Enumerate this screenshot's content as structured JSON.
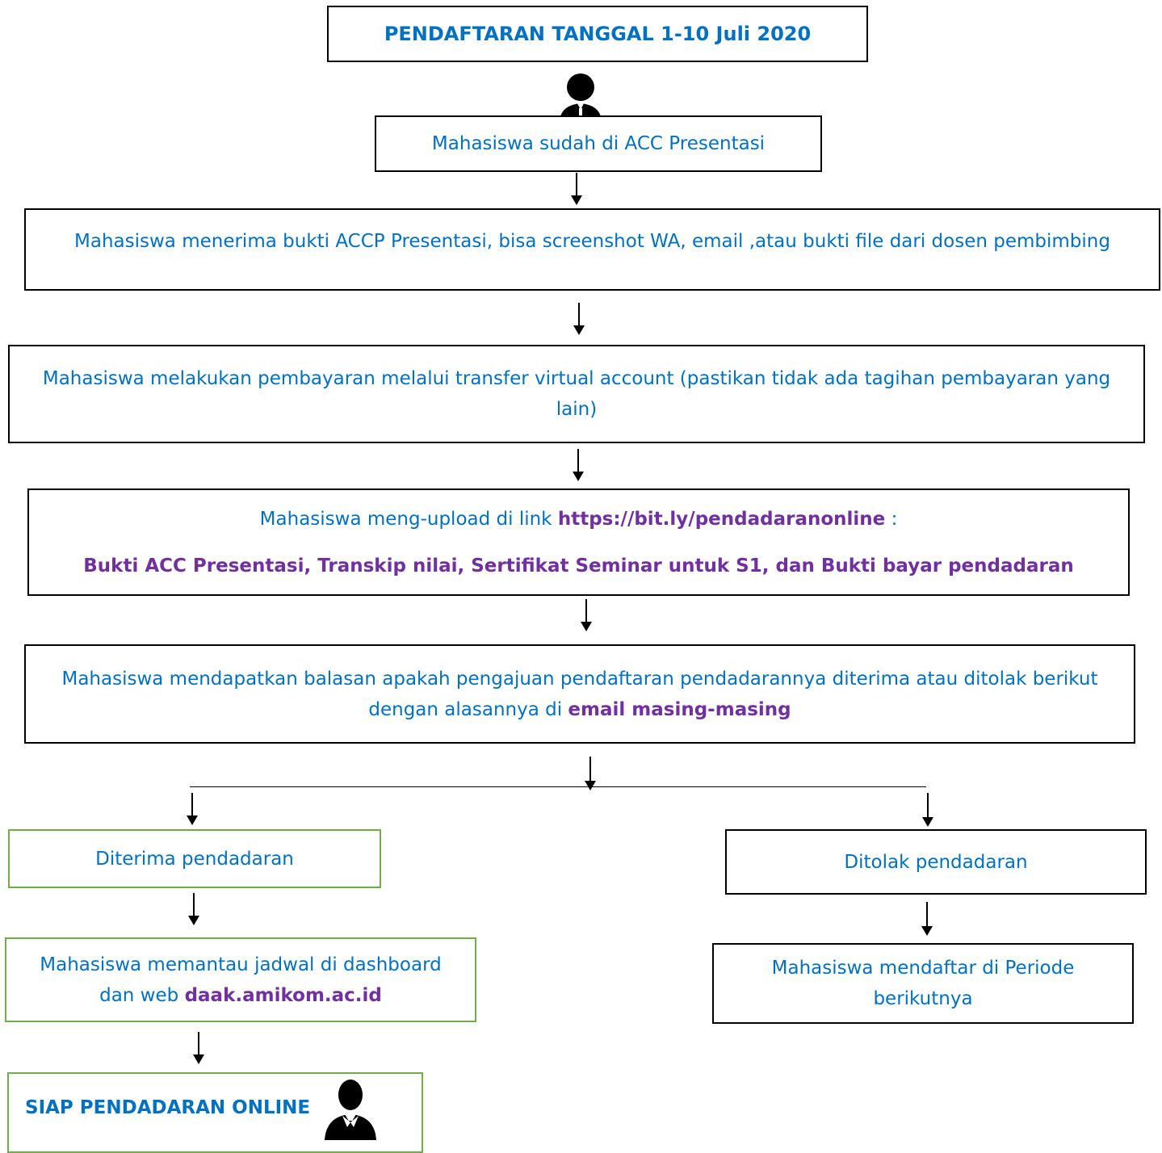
{
  "title": "PENDAFTARAN TANGGAL 1-10 Juli 2020",
  "steps": {
    "acc": "Mahasiswa sudah di ACC Presentasi",
    "bukti": "Mahasiswa menerima bukti ACCP Presentasi, bisa screenshot WA, email ,atau bukti file dari dosen pembimbing",
    "bayar_line1": "Mahasiswa melakukan pembayaran melalui transfer virtual account (pastikan tidak ada tagihan pembayaran yang",
    "bayar_line2": "lain)",
    "upload_prefix": "Mahasiswa meng-upload di link ",
    "upload_link": "https://bit.ly/pendadaranonline",
    "upload_suffix": " :",
    "upload_docs": "Bukti ACC Presentasi, Transkip nilai, Sertifikat Seminar untuk S1,  dan Bukti bayar pendadaran",
    "balasan_line1": "Mahasiswa mendapatkan balasan apakah pengajuan pendaftaran pendadarannya diterima atau ditolak berikut",
    "balasan_line2_prefix": "dengan alasannya di ",
    "balasan_line2_highlight": "email masing-masing"
  },
  "branches": {
    "diterima": {
      "label": "Diterima pendadaran",
      "next_line1": "Mahasiswa memantau jadwal di dashboard",
      "next_line2_prefix": "dan web ",
      "next_line2_highlight": "daak.amikom.ac.id",
      "final": "SIAP PENDADARAN ONLINE"
    },
    "ditolak": {
      "label": "Ditolak pendadaran",
      "next_line1": "Mahasiswa mendaftar di Periode",
      "next_line2": "berikutnya"
    }
  },
  "colors": {
    "text_blue": "#0070c0",
    "highlight_purple": "#7030a0",
    "green_border": "#70ad47",
    "black_border": "#000000"
  },
  "icons": [
    "person-icon",
    "businessman-icon"
  ]
}
